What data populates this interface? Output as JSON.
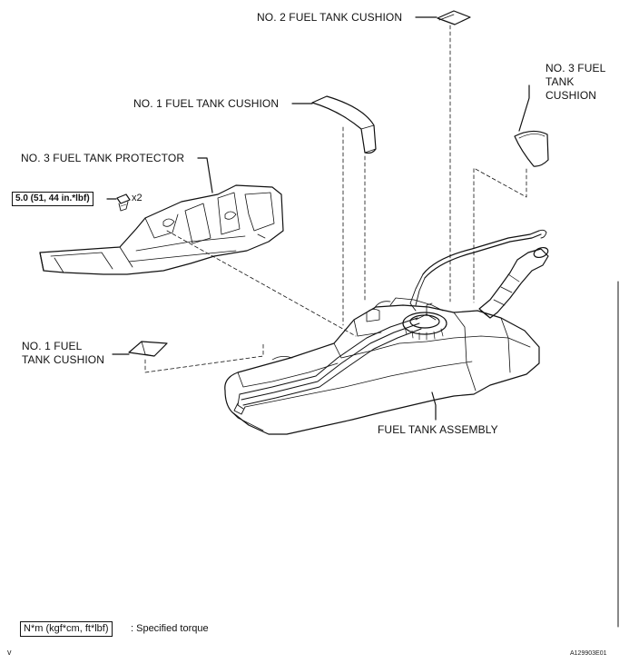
{
  "labels": {
    "no2_cushion": "NO. 2 FUEL TANK CUSHION",
    "no3_cushion_line1": "NO. 3 FUEL",
    "no3_cushion_line2": "TANK",
    "no3_cushion_line3": "CUSHION",
    "no1_cushion_top": "NO. 1 FUEL TANK CUSHION",
    "no3_protector": "NO. 3 FUEL TANK PROTECTOR",
    "no1_cushion_left_line1": "NO. 1 FUEL",
    "no1_cushion_left_line2": "TANK CUSHION",
    "fuel_tank_assembly": "FUEL TANK ASSEMBLY"
  },
  "torque": {
    "value": "5.0 (51, 44 in.*lbf)",
    "quantity": "x2"
  },
  "legend": {
    "unit_box": "N*m (kgf*cm, ft*lbf)",
    "description": ": Specified torque"
  },
  "figure_id": "A129903E01",
  "corner_mark": "v"
}
